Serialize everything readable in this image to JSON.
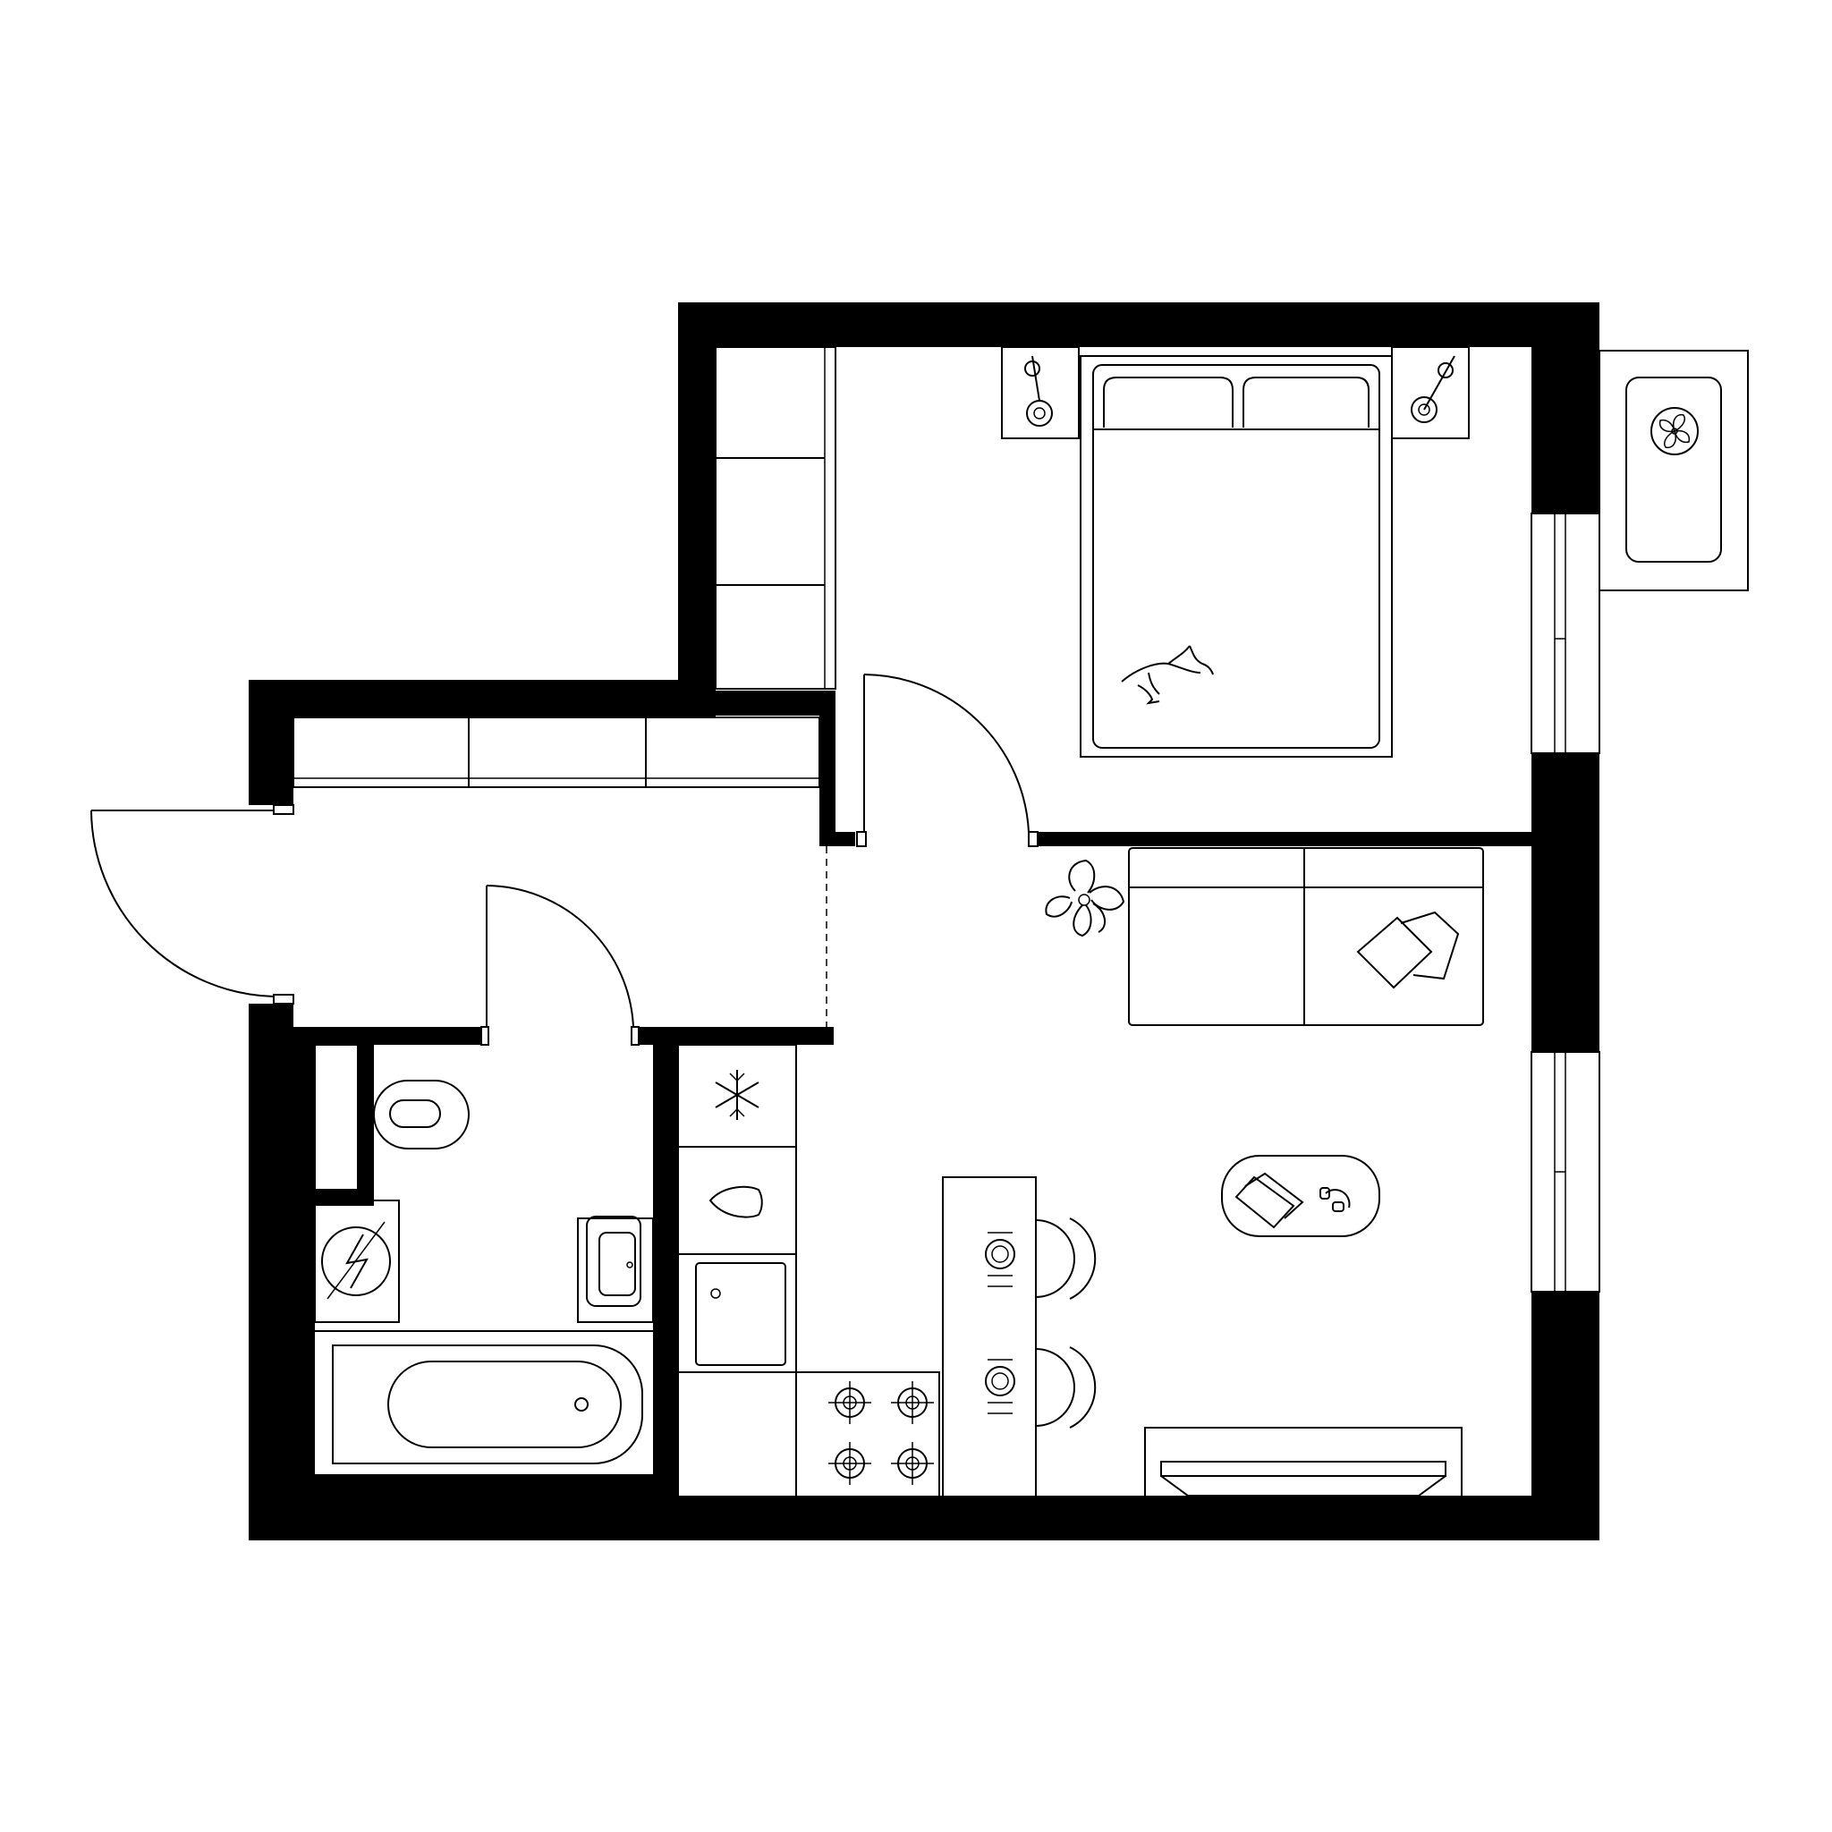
{
  "plan": {
    "rooms": [
      {
        "id": "bedroom",
        "labels": []
      },
      {
        "id": "kitchen-living",
        "labels": []
      },
      {
        "id": "hallway",
        "labels": []
      },
      {
        "id": "bathroom",
        "labels": []
      },
      {
        "id": "balcony",
        "labels": []
      }
    ],
    "colors": {
      "wall": "#000000",
      "background": "#ffffff",
      "line": "#000000"
    },
    "icons": [
      "double-bed",
      "bedside-lamp-icon",
      "cat-icon",
      "wardrobe",
      "entrance-door",
      "swing-door",
      "sofa",
      "cushion-icon",
      "potted-plant-icon",
      "coffee-table",
      "books-icon",
      "headphones-icon",
      "dining-counter",
      "plate-setting-icon",
      "bar-stool",
      "hob-burner-icon",
      "fridge-snowflake-icon",
      "sink-drop-icon",
      "oven",
      "tv-console",
      "toilet",
      "washbasin",
      "bathtub",
      "washing-machine-icon",
      "balcony-fan-icon",
      "window"
    ]
  }
}
